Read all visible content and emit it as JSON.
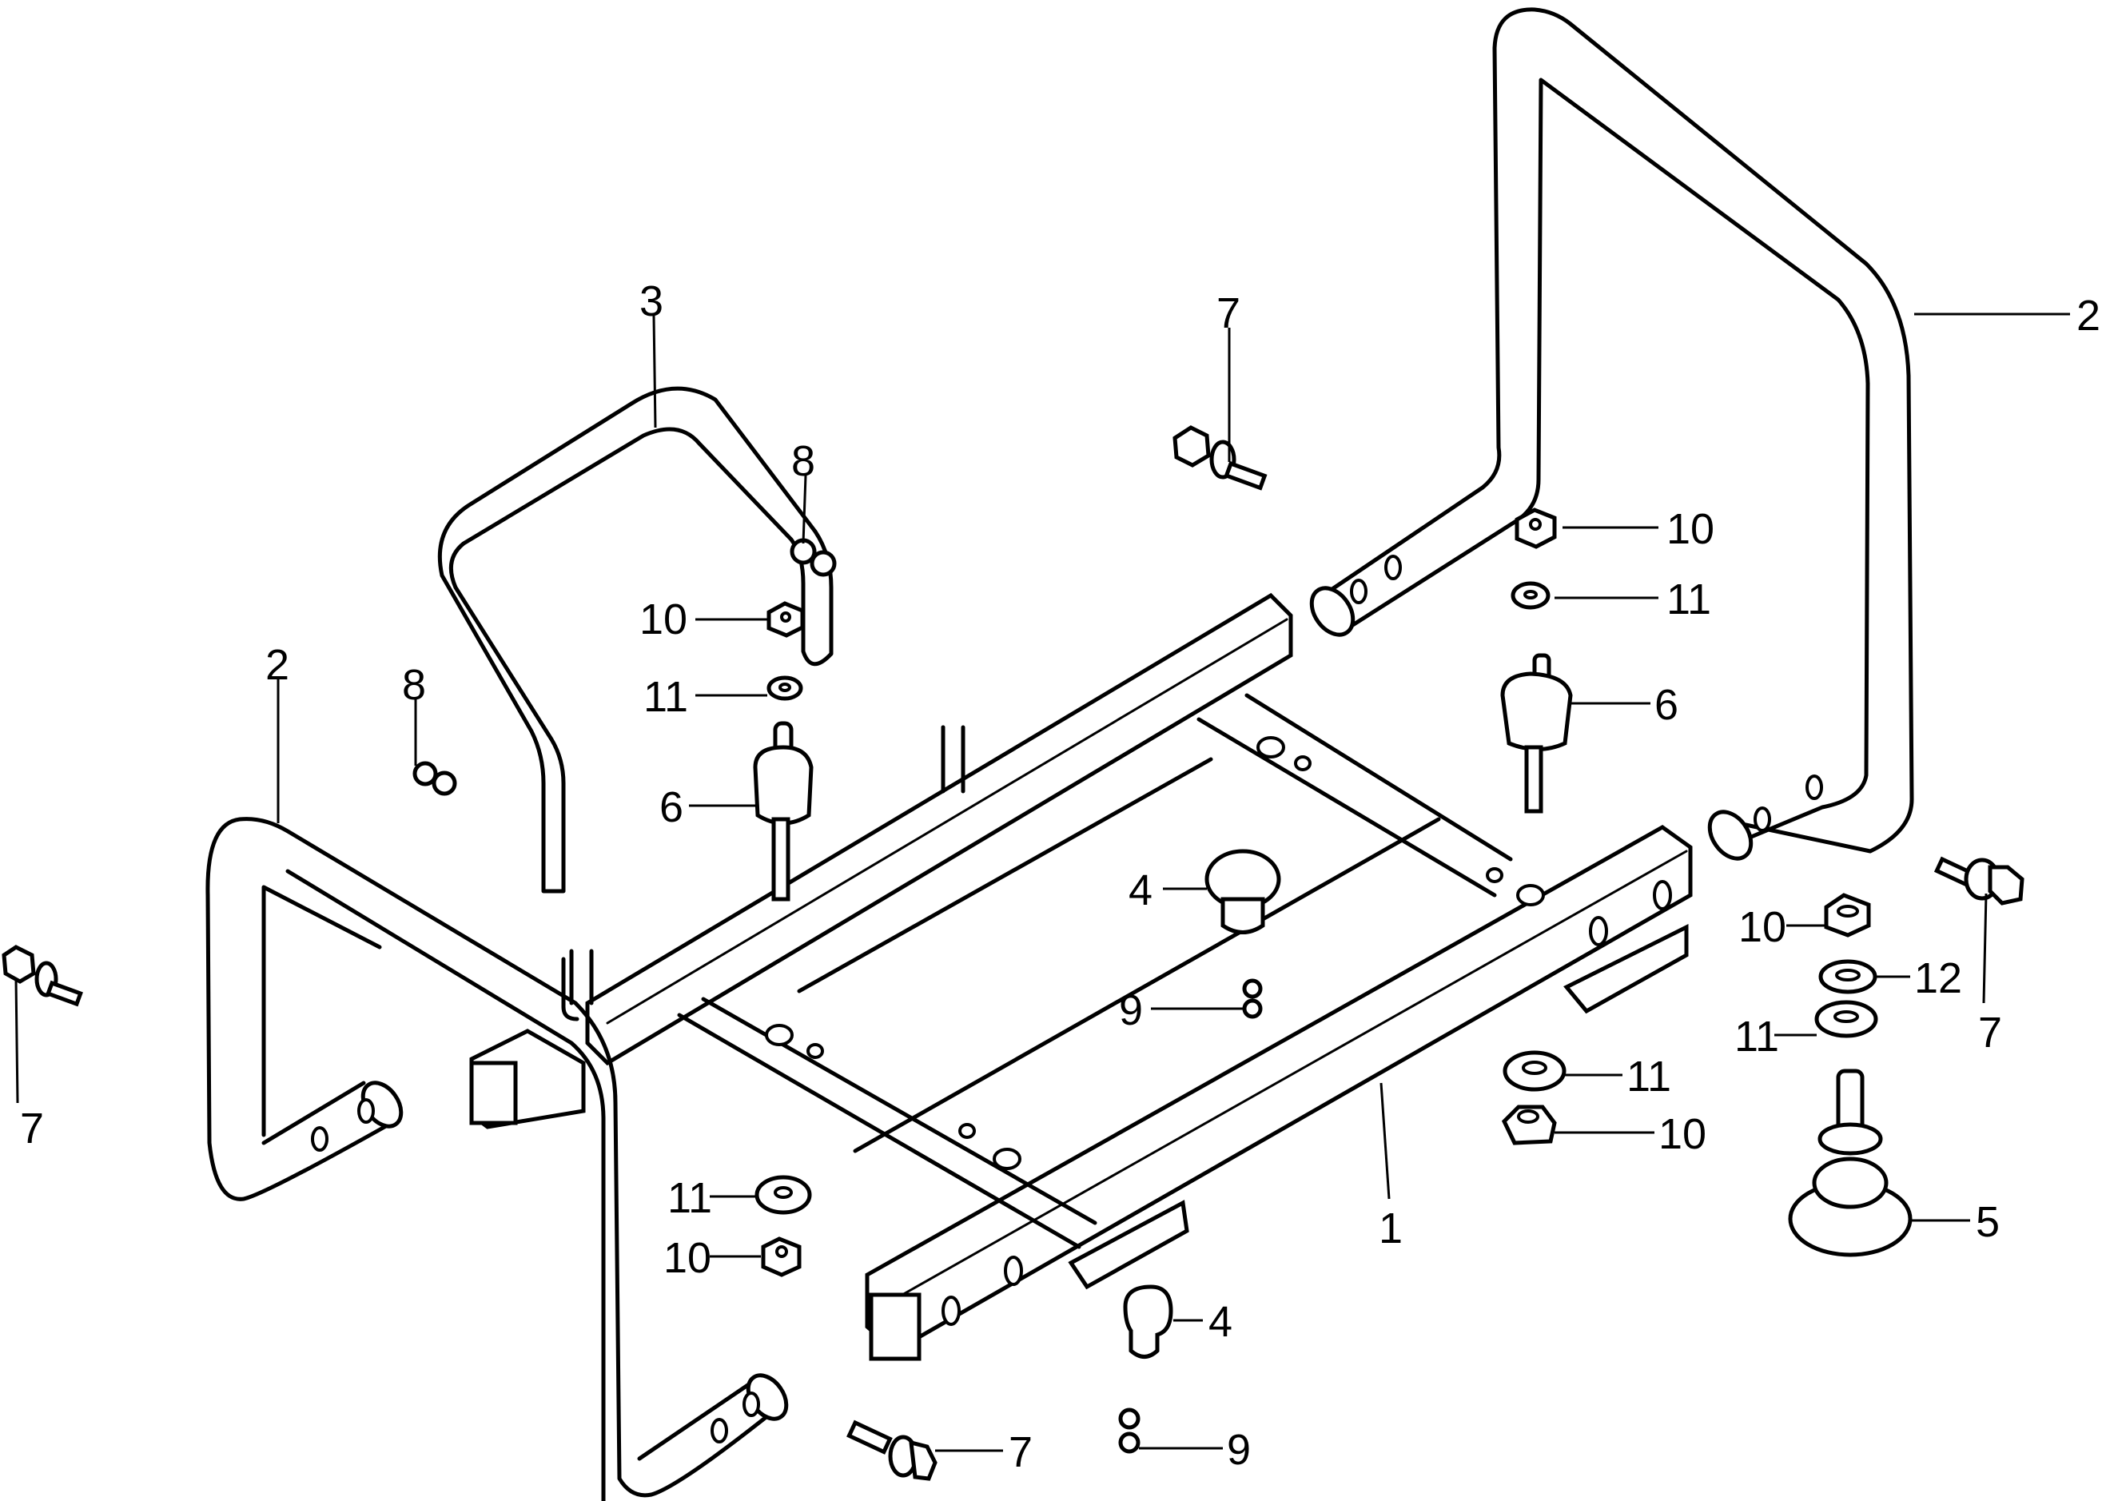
{
  "diagram": {
    "title": "Frame assembly exploded parts diagram",
    "callouts": [
      {
        "id": "c-3",
        "label": "3",
        "part": "handle-bar-small"
      },
      {
        "id": "c-2-right",
        "label": "2",
        "part": "handle-frame-right"
      },
      {
        "id": "c-7-top",
        "label": "7",
        "part": "flange-bolt"
      },
      {
        "id": "c-8-mid",
        "label": "8",
        "part": "screw-washer"
      },
      {
        "id": "c-10-mid",
        "label": "10",
        "part": "hex-nut"
      },
      {
        "id": "c-10-right",
        "label": "10",
        "part": "hex-nut"
      },
      {
        "id": "c-11-mid",
        "label": "11",
        "part": "washer"
      },
      {
        "id": "c-11-right",
        "label": "11",
        "part": "washer"
      },
      {
        "id": "c-6-mid",
        "label": "6",
        "part": "rubber-mount"
      },
      {
        "id": "c-6-right",
        "label": "6",
        "part": "rubber-mount"
      },
      {
        "id": "c-2-left",
        "label": "2",
        "part": "handle-frame-left"
      },
      {
        "id": "c-8-left",
        "label": "8",
        "part": "screw-washer"
      },
      {
        "id": "c-4-mid",
        "label": "4",
        "part": "rubber-cap"
      },
      {
        "id": "c-9-mid",
        "label": "9",
        "part": "small-screw"
      },
      {
        "id": "c-10-far-right",
        "label": "10",
        "part": "hex-nut"
      },
      {
        "id": "c-12",
        "label": "12",
        "part": "spring-washer"
      },
      {
        "id": "c-11-far-right",
        "label": "11",
        "part": "washer"
      },
      {
        "id": "c-7-right",
        "label": "7",
        "part": "flange-bolt"
      },
      {
        "id": "c-11-lower-right",
        "label": "11",
        "part": "washer"
      },
      {
        "id": "c-10-lower-right",
        "label": "10",
        "part": "hex-nut"
      },
      {
        "id": "c-1",
        "label": "1",
        "part": "main-frame"
      },
      {
        "id": "c-5",
        "label": "5",
        "part": "rubber-foot"
      },
      {
        "id": "c-4-lower",
        "label": "4",
        "part": "rubber-cap"
      },
      {
        "id": "c-7-left",
        "label": "7",
        "part": "flange-bolt"
      },
      {
        "id": "c-11-lower-left",
        "label": "11",
        "part": "washer"
      },
      {
        "id": "c-10-lower-left",
        "label": "10",
        "part": "hex-nut"
      },
      {
        "id": "c-7-bottom",
        "label": "7",
        "part": "flange-bolt"
      },
      {
        "id": "c-9-bottom",
        "label": "9",
        "part": "small-screw"
      }
    ]
  }
}
